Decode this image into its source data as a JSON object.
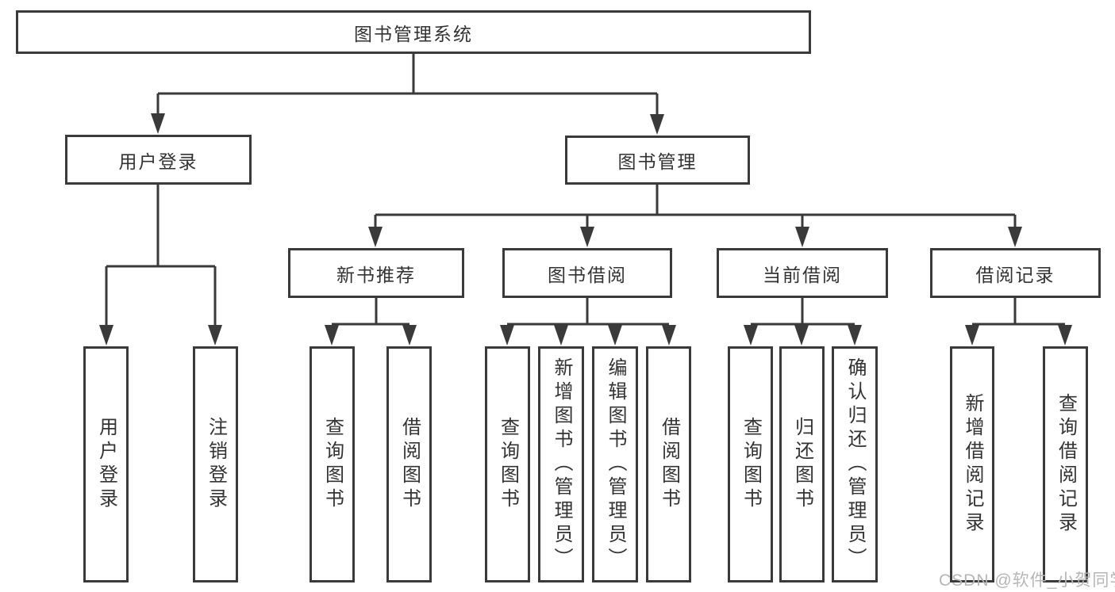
{
  "diagram": {
    "root": "图书管理系统",
    "level1": [
      "用户登录",
      "图书管理"
    ],
    "level2": [
      "新书推荐",
      "图书借阅",
      "当前借阅",
      "借阅记录"
    ],
    "user_login_children": [
      "用户登录",
      "注销登录"
    ],
    "new_book_children": [
      "查询图书",
      "借阅图书"
    ],
    "book_borrow_children": [
      "查询图书",
      "新增图书（管理员）",
      "编辑图书（管理员）",
      "借阅图书"
    ],
    "current_borrow_children": [
      "查询图书",
      "归还图书",
      "确认归还（管理员）"
    ],
    "borrow_record_children": [
      "新增借阅记录",
      "查询借阅记录"
    ],
    "line_color": "#3a3a3a"
  },
  "watermark": "CSDN @软件_小贺同学"
}
